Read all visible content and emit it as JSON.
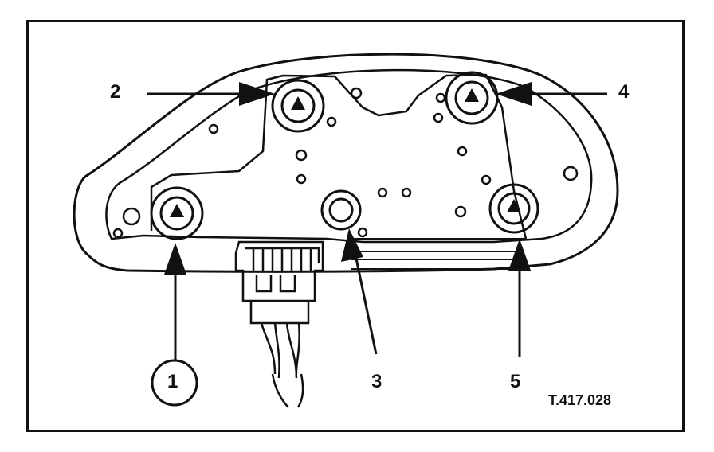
{
  "callouts": {
    "c1": "1",
    "c2": "2",
    "c3": "3",
    "c4": "4",
    "c5": "5"
  },
  "figure_code": "T.417.028",
  "colors": {
    "ink": "#111111",
    "paper": "#ffffff"
  }
}
